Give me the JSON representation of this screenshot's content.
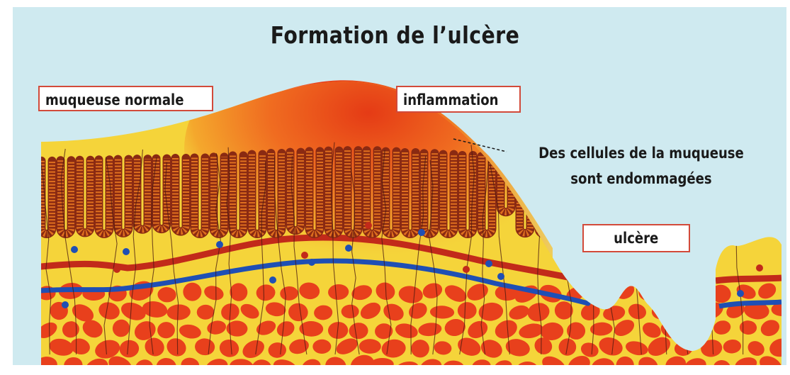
{
  "title": "Formation de l’ulcère",
  "labels": {
    "normal": "muqueuse normale",
    "inflammation": "inflammation",
    "ulcer": "ulcère"
  },
  "annotation": {
    "line1": "Des cellules de la muqueuse",
    "line2": "sont endommagées"
  },
  "colors": {
    "background": "#cfeaf0",
    "mucosa_yellow": "#f5d43a",
    "inflammation_red": "#e8351e",
    "crypt_orange": "#e0701f",
    "tissue_cell": "#e8401c",
    "artery_red": "#c22a1a",
    "vein_blue": "#1f4fb4",
    "label_border": "#d24a3a"
  }
}
